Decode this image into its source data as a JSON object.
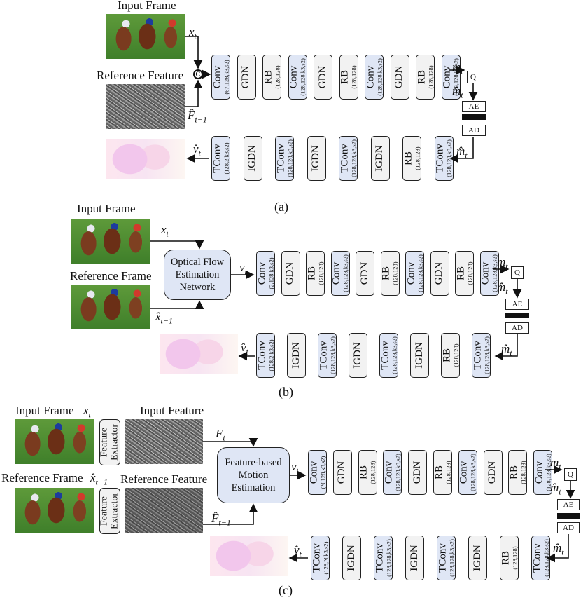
{
  "captions": {
    "a": "(a)",
    "b": "(b)",
    "c": "(c)"
  },
  "labels": {
    "input_frame": "Input Frame",
    "reference_feature": "Reference Feature",
    "reference_frame": "Reference Frame",
    "input_feature": "Input Feature",
    "optical_flow_line1": "Optical Flow",
    "optical_flow_line2": "Estimation",
    "optical_flow_line3": "Network",
    "fbme_line1": "Feature-based",
    "fbme_line2": "Motion",
    "fbme_line3": "Estimation",
    "feature_extractor_line1": "Feature",
    "feature_extractor_line2": "Extractor",
    "q": "Q",
    "ae": "AE",
    "ad": "AD",
    "concat": "C"
  },
  "math": {
    "x_t": "x",
    "t": "t",
    "f_hat_t1": "F̂",
    "x_hat_t1": "x̂",
    "t_minus_1": "t−1",
    "v_t": "v",
    "v_hat_t": "v̂",
    "m_t": "m",
    "m_hat_t": "m̂",
    "f_t": "F"
  },
  "diagram_a": {
    "encoder": [
      {
        "name": "Conv",
        "sub": "(67,128,k3,s2)",
        "kind": "blue"
      },
      {
        "name": "GDN",
        "sub": "",
        "kind": "gray"
      },
      {
        "name": "RB",
        "sub": "(128,128)",
        "kind": "gray"
      },
      {
        "name": "Conv",
        "sub": "(128,128,k3,s2)",
        "kind": "blue"
      },
      {
        "name": "GDN",
        "sub": "",
        "kind": "gray"
      },
      {
        "name": "RB",
        "sub": "(128,128)",
        "kind": "gray"
      },
      {
        "name": "Conv",
        "sub": "(128,128,k3,s2)",
        "kind": "blue"
      },
      {
        "name": "GDN",
        "sub": "",
        "kind": "gray"
      },
      {
        "name": "RB",
        "sub": "(128,128)",
        "kind": "gray"
      },
      {
        "name": "Conv",
        "sub": "(128,128,k3,s2)",
        "kind": "blue"
      }
    ],
    "decoder": [
      {
        "name": "TConv",
        "sub": "(128,2,k3,s2)",
        "kind": "blue"
      },
      {
        "name": "IGDN",
        "sub": "",
        "kind": "gray"
      },
      {
        "name": "TConv",
        "sub": "(128,128,k3,s2)",
        "kind": "blue"
      },
      {
        "name": "IGDN",
        "sub": "",
        "kind": "gray"
      },
      {
        "name": "TConv",
        "sub": "(128,128,k3,s2)",
        "kind": "blue"
      },
      {
        "name": "IGDN",
        "sub": "",
        "kind": "gray"
      },
      {
        "name": "RB",
        "sub": "(128,128)",
        "kind": "gray"
      },
      {
        "name": "TConv",
        "sub": "(128,128,k3,s2)",
        "kind": "blue"
      }
    ]
  },
  "diagram_b": {
    "encoder": [
      {
        "name": "Conv",
        "sub": "(2,128,k3,s2)",
        "kind": "blue"
      },
      {
        "name": "GDN",
        "sub": "",
        "kind": "gray"
      },
      {
        "name": "RB",
        "sub": "(128,128)",
        "kind": "gray"
      },
      {
        "name": "Conv",
        "sub": "(128,128,k3,s2)",
        "kind": "blue"
      },
      {
        "name": "GDN",
        "sub": "",
        "kind": "gray"
      },
      {
        "name": "RB",
        "sub": "(128,128)",
        "kind": "gray"
      },
      {
        "name": "Conv",
        "sub": "(128,128,k3,s2)",
        "kind": "blue"
      },
      {
        "name": "GDN",
        "sub": "",
        "kind": "gray"
      },
      {
        "name": "RB",
        "sub": "(128,128)",
        "kind": "gray"
      },
      {
        "name": "Conv",
        "sub": "(128,128,k3,s2)",
        "kind": "blue"
      }
    ],
    "decoder": [
      {
        "name": "TConv",
        "sub": "(128,2,k3,s2)",
        "kind": "blue"
      },
      {
        "name": "IGDN",
        "sub": "",
        "kind": "gray"
      },
      {
        "name": "TConv",
        "sub": "(128,128,k3,s2)",
        "kind": "blue"
      },
      {
        "name": "IGDN",
        "sub": "",
        "kind": "gray"
      },
      {
        "name": "TConv",
        "sub": "(128,128,k3,s2)",
        "kind": "blue"
      },
      {
        "name": "IGDN",
        "sub": "",
        "kind": "gray"
      },
      {
        "name": "RB",
        "sub": "(128,128)",
        "kind": "gray"
      },
      {
        "name": "TConv",
        "sub": "(128,128,k3,s2)",
        "kind": "blue"
      }
    ]
  },
  "diagram_c": {
    "encoder": [
      {
        "name": "Conv",
        "sub": "(N,128,k3,s2)",
        "kind": "blue"
      },
      {
        "name": "GDN",
        "sub": "",
        "kind": "gray"
      },
      {
        "name": "RB",
        "sub": "(128,128)",
        "kind": "gray"
      },
      {
        "name": "Conv",
        "sub": "(128,128,k3,s2)",
        "kind": "blue"
      },
      {
        "name": "GDN",
        "sub": "",
        "kind": "gray"
      },
      {
        "name": "RB",
        "sub": "(128,128)",
        "kind": "gray"
      },
      {
        "name": "Conv",
        "sub": "(128,128,k3,s2)",
        "kind": "blue"
      },
      {
        "name": "GDN",
        "sub": "",
        "kind": "gray"
      },
      {
        "name": "RB",
        "sub": "(128,128)",
        "kind": "gray"
      },
      {
        "name": "Conv",
        "sub": "(128,128,k3,s2)",
        "kind": "blue"
      }
    ],
    "decoder": [
      {
        "name": "TConv",
        "sub": "(128,N,k3,s2)",
        "kind": "blue"
      },
      {
        "name": "IGDN",
        "sub": "",
        "kind": "gray"
      },
      {
        "name": "TConv",
        "sub": "(128,128,k3,s2)",
        "kind": "blue"
      },
      {
        "name": "IGDN",
        "sub": "",
        "kind": "gray"
      },
      {
        "name": "TConv",
        "sub": "(128,128,k3,s2)",
        "kind": "blue"
      },
      {
        "name": "IGDN",
        "sub": "",
        "kind": "gray"
      },
      {
        "name": "RB",
        "sub": "(128,128)",
        "kind": "gray"
      },
      {
        "name": "TConv",
        "sub": "(128,128,k3,s2)",
        "kind": "blue"
      }
    ]
  }
}
